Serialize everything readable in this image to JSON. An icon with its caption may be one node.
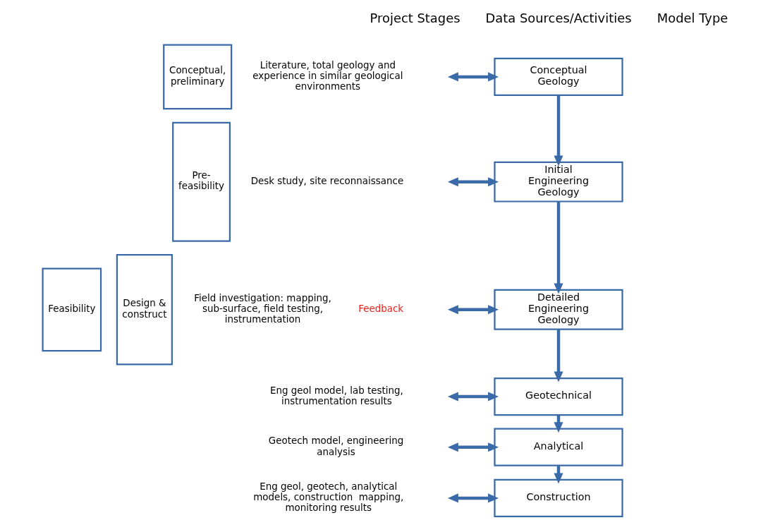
{
  "diagram": {
    "nodes": [
      {
        "text": [
          "Conceptual, preliminary"
        ]
      },
      {
        "text": [
          "Pre-feasibility"
        ]
      },
      {
        "text": [
          "Feasibility"
        ]
      },
      {
        "text": [
          "Design & construct"
        ]
      },
      {
        "text": [
          "Conceptual Geology"
        ]
      },
      {
        "text": [
          "Initial Engineering Geology"
        ]
      },
      {
        "text": [
          "Detailed Engineering Geology"
        ]
      },
      {
        "text": [
          "Geotechnical"
        ]
      },
      {
        "text": [
          "Analytical"
        ]
      },
      {
        "text": [
          "Construction"
        ]
      }
    ],
    "edges": [
      {
        "from": null,
        "to": 4,
        "arrow": "both"
      },
      {
        "from": 4,
        "to": 5,
        "arrow": "to"
      },
      {
        "from": null,
        "to": 5,
        "arrow": "both"
      },
      {
        "from": 5,
        "to": 6,
        "arrow": "to"
      },
      {
        "from": null,
        "to": 6,
        "arrow": "both"
      },
      {
        "from": 6,
        "to": 7,
        "arrow": "to"
      },
      {
        "from": null,
        "to": 7,
        "arrow": "both"
      },
      {
        "from": 7,
        "to": 8,
        "arrow": "to"
      },
      {
        "from": null,
        "to": 8,
        "arrow": "both"
      },
      {
        "from": 8,
        "to": 9,
        "arrow": "to"
      },
      {
        "from": null,
        "to": 9,
        "arrow": "both"
      }
    ],
    "labels": [
      "Project Stages",
      "Data Sources/Activities",
      "Model Type",
      "Literature, total geology and experience in similar geological environments",
      "Desk study, site reconnaissance",
      "Field investigation: mapping, sub-surface, field testing, instrumentation",
      "Eng geol model, lab testing, instrumentation results",
      "Geotech model, engineering analysis",
      "Eng geol, geotech, analytical models, construction  mapping, monitoring results",
      "Feedback"
    ]
  }
}
